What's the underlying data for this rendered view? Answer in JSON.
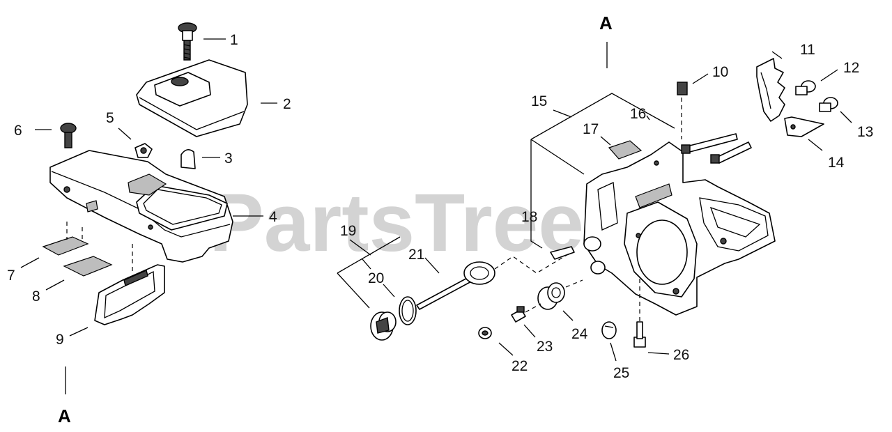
{
  "watermark": "PartsTree",
  "section_marker_top": "A",
  "section_marker_bottom": "A",
  "callouts": [
    "1",
    "2",
    "3",
    "4",
    "5",
    "6",
    "7",
    "8",
    "9",
    "10",
    "11",
    "12",
    "13",
    "14",
    "15",
    "16",
    "17",
    "18",
    "19",
    "20",
    "21",
    "22",
    "23",
    "24",
    "25",
    "26"
  ]
}
